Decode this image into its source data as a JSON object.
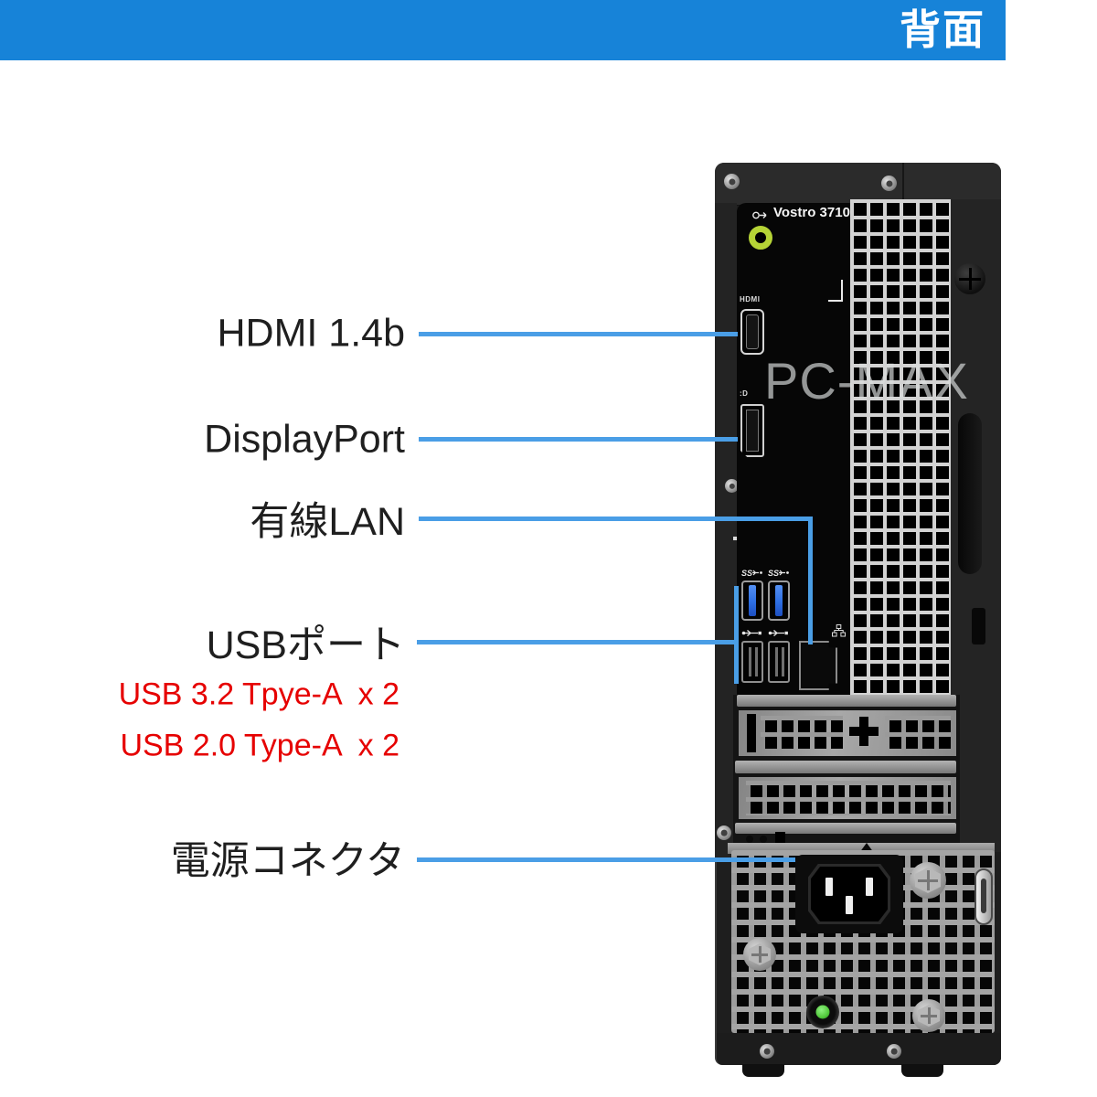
{
  "banner": {
    "label": "背面"
  },
  "watermark": {
    "text": "PC-MAX"
  },
  "device": {
    "model": "Vostro 3710",
    "hdmi_logo": "HDMI",
    "dp_logo": ":D"
  },
  "callouts": {
    "hdmi": {
      "label": "HDMI 1.4b"
    },
    "displayport": {
      "label": "DisplayPort"
    },
    "lan": {
      "label": "有線LAN"
    },
    "usb": {
      "label": "USBポート"
    },
    "usb32": {
      "label": "USB 3.2 Tpye-A  x 2"
    },
    "usb20": {
      "label": "USB 2.0 Type-A  x 2"
    },
    "power": {
      "label": "電源コネクタ"
    }
  },
  "colors": {
    "banner_bg": "#1783d8",
    "banner_text": "#ffffff",
    "pointer_line": "#4a9ee6",
    "label_text": "#1f1f1f",
    "red_text": "#e60000",
    "usb3_tongue": "#2e6fe3",
    "audio_jack": "#b6d436",
    "led_green": "#52c93c"
  }
}
